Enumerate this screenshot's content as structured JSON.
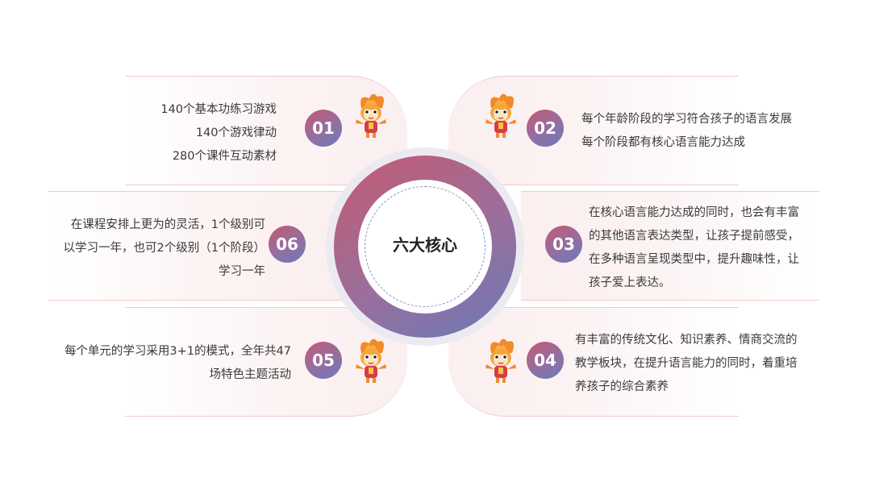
{
  "center": {
    "title": "六大核心"
  },
  "items": [
    {
      "num": "01",
      "lines": [
        "140个基本功练习游戏",
        "140个游戏律动",
        "280个课件互动素材"
      ]
    },
    {
      "num": "02",
      "lines": [
        "每个年龄阶段的学习符合孩子的语言发展",
        "每个阶段都有核心语言能力达成"
      ]
    },
    {
      "num": "03",
      "lines": [
        "在核心语言能力达成的同时，也会有丰富",
        "的其他语言表达类型，让孩子提前感受，",
        "在多种语言呈现类型中，提升趣味性，让",
        "孩子爱上表达。"
      ]
    },
    {
      "num": "04",
      "lines": [
        "有丰富的传统文化、知识素养、情商交流的",
        "教学板块，在提升语言能力的同时，着重培",
        "养孩子的综合素养"
      ]
    },
    {
      "num": "05",
      "lines": [
        "每个单元的学习采用3+1的模式，全年共47",
        "场特色主题活动"
      ]
    },
    {
      "num": "06",
      "lines": [
        "在课程安排上更为的灵活，1个级别可",
        "以学习一年，也可2个级别（1个阶段）",
        "学习一年"
      ]
    }
  ],
  "colors": {
    "accent_red": "#c45a71",
    "accent_blue": "#6a7ab8",
    "panel_border": "#f2c9c9"
  },
  "icons": [
    "mascot-icon"
  ]
}
